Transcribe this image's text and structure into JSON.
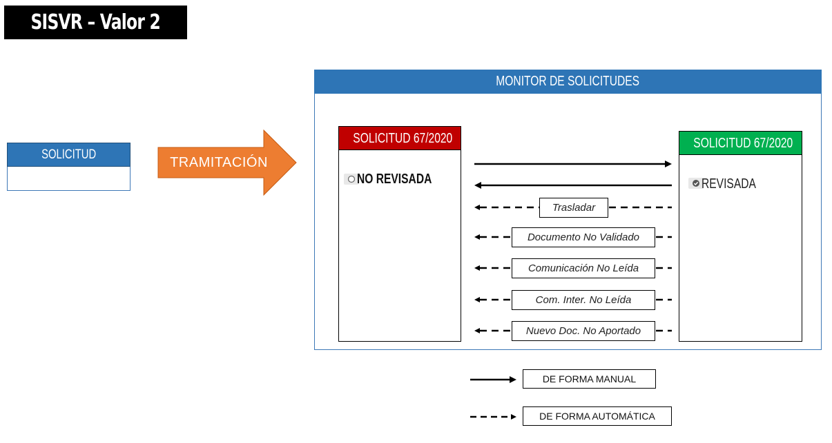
{
  "title": "SISVR – Valor 2",
  "solicitud": {
    "label": "SOLICITUD"
  },
  "process": {
    "label": "TRAMITACIÓN",
    "arrow_color": "#ed7d31"
  },
  "monitor": {
    "title": "MONITOR DE SOLICITUDES",
    "header_color": "#2e75b6",
    "left_card": {
      "title": "SOLICITUD 67/2020",
      "header_color": "#c00000",
      "status": "NO REVISADA",
      "status_icon": "radio-unchecked-icon"
    },
    "right_card": {
      "title": "SOLICITUD 67/2020",
      "header_color": "#00b050",
      "status": "REVISADA",
      "status_icon": "radio-checked-icon"
    },
    "auto_transitions": [
      "Trasladar",
      "Documento No Validado",
      "Comunicación No Leída",
      "Com. Inter. No Leída",
      "Nuevo Doc. No Aportado"
    ]
  },
  "legend": {
    "manual": "DE FORMA MANUAL",
    "automatic": "DE FORMA AUTOMÁTICA"
  }
}
